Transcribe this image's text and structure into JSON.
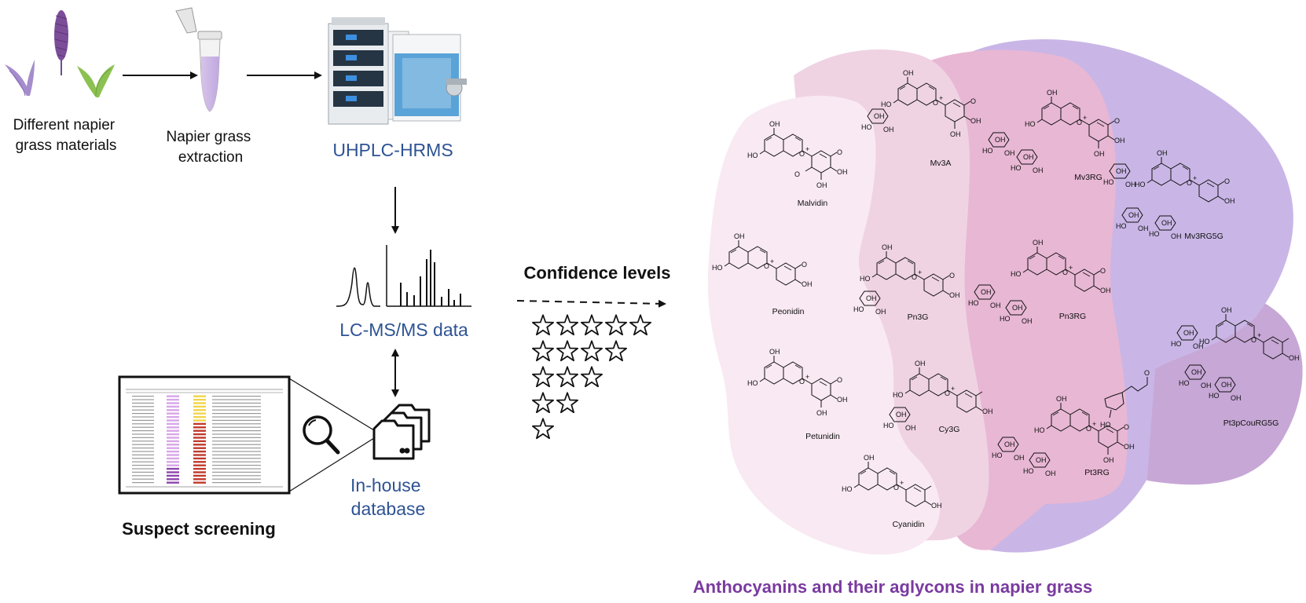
{
  "workflow": {
    "materials_label": [
      "Different napier",
      "grass materials"
    ],
    "extraction_label": [
      "Napier grass",
      "extraction"
    ],
    "instrument_label": "UHPLC-HRMS",
    "data_label": "LC-MS/MS data",
    "database_label": [
      "In-house",
      "database"
    ],
    "screening_label": "Suspect screening",
    "confidence_label": "Confidence levels",
    "star_rows": [
      5,
      4,
      3,
      2,
      1
    ]
  },
  "panel": {
    "title": "Anthocyanins and their aglycons in napier grass",
    "compounds": [
      {
        "name": "Malvidin"
      },
      {
        "name": "Mv3A"
      },
      {
        "name": "Mv3RG"
      },
      {
        "name": "Mv3RG5G"
      },
      {
        "name": "Peonidin"
      },
      {
        "name": "Pn3G"
      },
      {
        "name": "Pn3RG"
      },
      {
        "name": "Petunidin"
      },
      {
        "name": "Cy3G"
      },
      {
        "name": "Pt3RG"
      },
      {
        "name": "Pt3pCouRG5G"
      },
      {
        "name": "Cyanidin"
      }
    ]
  },
  "colors": {
    "plant_purple": "#a58ccc",
    "plant_green": "#8cc152",
    "blue_text": "#2e5394",
    "title_purple": "#7a3aa0",
    "region_lightest": "#f9e9f2",
    "region_light": "#efd3e3",
    "region_pink": "#e8b7d4",
    "region_lavender": "#c9b6e6",
    "region_violet": "#c7a7d6"
  }
}
